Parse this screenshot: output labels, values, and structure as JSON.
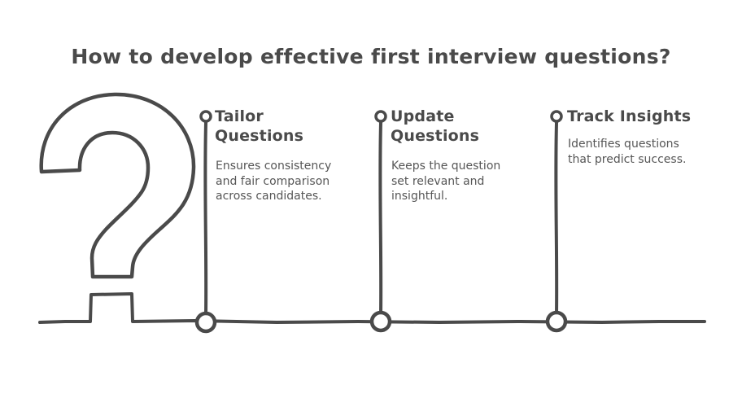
{
  "title": "How to develop effective first interview questions?",
  "colors": {
    "ink": "#4a4a4a",
    "text_secondary": "#565656",
    "background": "#ffffff"
  },
  "icons": {
    "illustration": "question-mark-outline",
    "marker": "small-ring-marker",
    "node": "timeline-node-circle"
  },
  "milestones": [
    {
      "title_lines": [
        "Tailor",
        "Questions"
      ],
      "description_lines": [
        "Ensures consistency",
        "and fair comparison",
        "across candidates."
      ]
    },
    {
      "title_lines": [
        "Update",
        "Questions"
      ],
      "description_lines": [
        "Keeps the question",
        "set relevant and",
        "insightful."
      ]
    },
    {
      "title_lines": [
        "Track Insights"
      ],
      "description_lines": [
        "Identifies questions",
        "that predict success."
      ]
    }
  ]
}
